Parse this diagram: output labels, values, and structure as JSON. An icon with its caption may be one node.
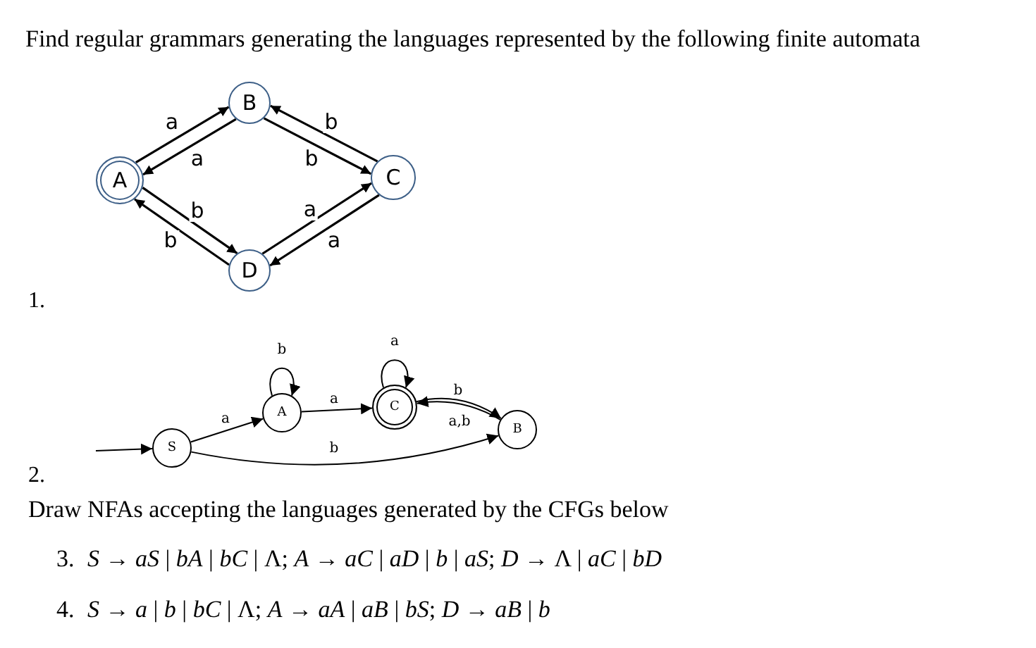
{
  "diagram": {
    "title": "Find regular grammars generating the languages represented by the following finite automata",
    "nodes": [
      {
        "text": [
          "A"
        ]
      },
      {
        "text": [
          "B"
        ]
      },
      {
        "text": [
          "C"
        ]
      },
      {
        "text": [
          "D"
        ]
      },
      {
        "text": [
          "S"
        ]
      },
      {
        "text": [
          "A"
        ]
      },
      {
        "text": [
          "C"
        ]
      },
      {
        "text": [
          "B"
        ]
      }
    ],
    "edges": [
      {
        "from": 0,
        "to": 1,
        "arrow": "to",
        "label": "a"
      },
      {
        "from": 1,
        "to": 0,
        "arrow": "to",
        "label": "a"
      },
      {
        "from": 1,
        "to": 2,
        "arrow": "to",
        "label": "b"
      },
      {
        "from": 2,
        "to": 1,
        "arrow": "to",
        "label": "b"
      },
      {
        "from": 0,
        "to": 3,
        "arrow": "to",
        "label": "b"
      },
      {
        "from": 3,
        "to": 0,
        "arrow": "to",
        "label": "b"
      },
      {
        "from": 3,
        "to": 2,
        "arrow": "to",
        "label": "a"
      },
      {
        "from": 2,
        "to": 3,
        "arrow": "to",
        "label": "a"
      },
      {
        "from": null,
        "to": 4,
        "arrow": "to"
      },
      {
        "from": 4,
        "to": 5,
        "arrow": "to",
        "label": "a"
      },
      {
        "from": 5,
        "to": 5,
        "arrow": "to",
        "label": "b"
      },
      {
        "from": 5,
        "to": 6,
        "arrow": "to",
        "label": "a"
      },
      {
        "from": 6,
        "to": 6,
        "arrow": "to",
        "label": "a"
      },
      {
        "from": 6,
        "to": 7,
        "arrow": "to",
        "label": "b"
      },
      {
        "from": 7,
        "to": 6,
        "arrow": "to",
        "label": "a,b"
      },
      {
        "from": 4,
        "to": 7,
        "arrow": "to",
        "label": "b"
      }
    ],
    "labels": [
      "1.",
      "2.",
      "Draw NFAs accepting the languages generated by the CFGs below",
      "3.",
      "*S* → *aS* | *bA* | *bC* | Λ; *A* → *aC* | *aD* | *b* | *aS*; *D* → Λ | *aC* | *bD*",
      "4.",
      "*S* → *a* | *b* | *bC* | Λ; *A* → *aA* | *aB* | *bS*; *D* → *aB* | *b*"
    ]
  }
}
